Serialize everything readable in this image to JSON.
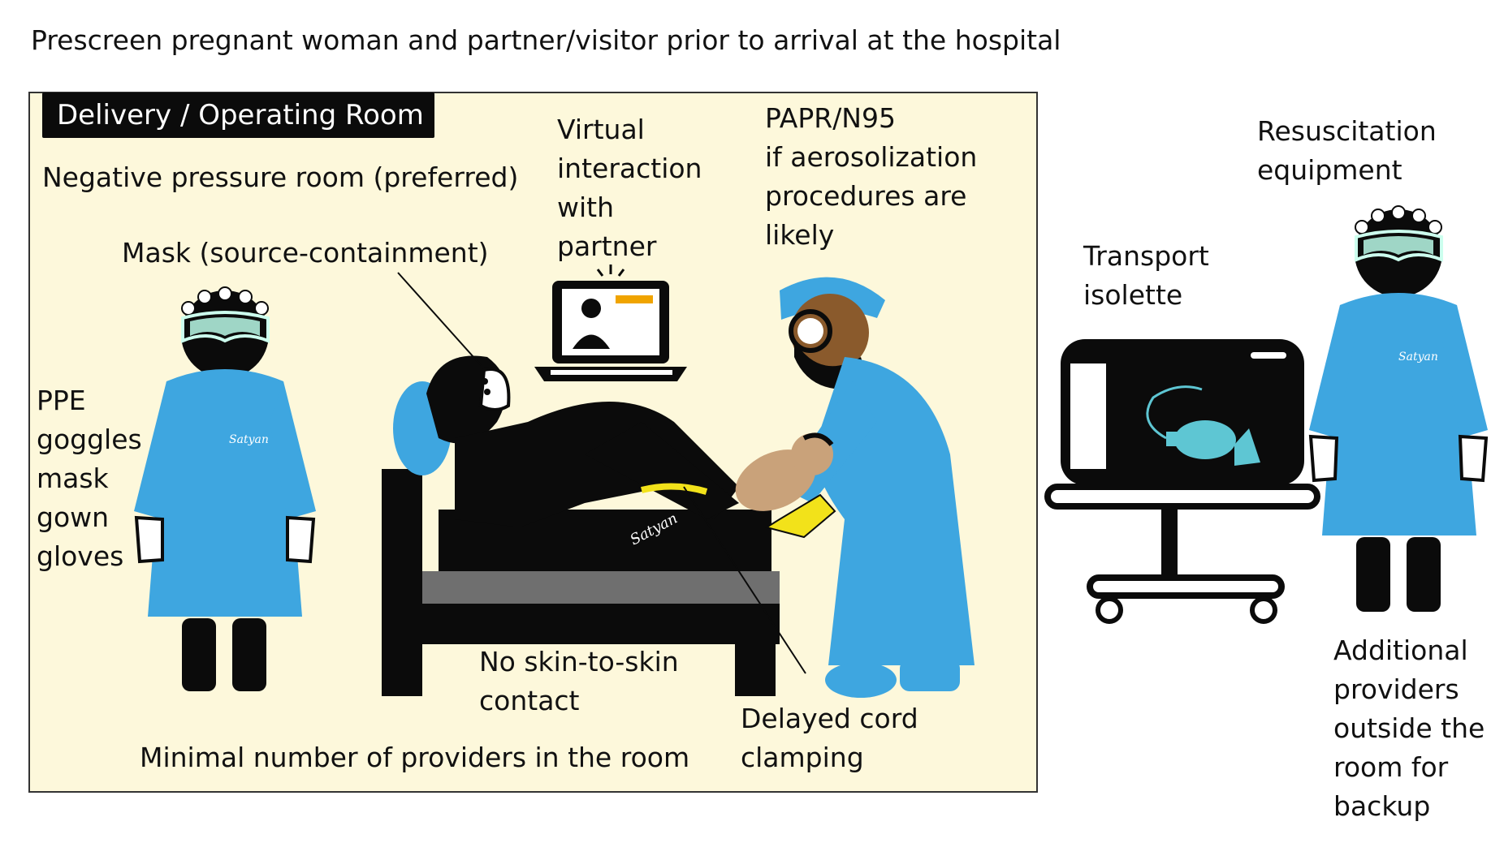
{
  "header": "Prescreen pregnant woman and partner/visitor prior to arrival at the hospital",
  "room": {
    "title": "Delivery / Operating Room",
    "negative_pressure": "Negative pressure room (preferred)",
    "mask_label": "Mask (source-containment)",
    "ppe_label": "PPE\ngoggles\nmask\ngown\ngloves",
    "virtual_label": "Virtual\ninteraction\nwith\npartner",
    "papr_label": "PAPR/N95\nif aerosolization\nprocedures are\nlikely",
    "no_skin_label": "No skin-to-skin\ncontact",
    "delayed_cord_label": "Delayed cord\nclamping",
    "minimal_providers_label": "Minimal number of providers in the room",
    "signature": "Satyan"
  },
  "outside": {
    "resuscitation_label": "Resuscitation\nequipment",
    "isolette_label": "Transport\nisolette",
    "additional_label": "Additional\nproviders\noutside the\nroom for\nbackup"
  },
  "colors": {
    "room_bg": "#fdf8db",
    "gown_blue": "#3ea6e0",
    "black": "#0b0b0b",
    "glove_yellow": "#f2e21a",
    "bag_teal": "#5ec6d3",
    "skin_brown": "#8a5a2c",
    "baby_tan": "#c9a27a"
  }
}
